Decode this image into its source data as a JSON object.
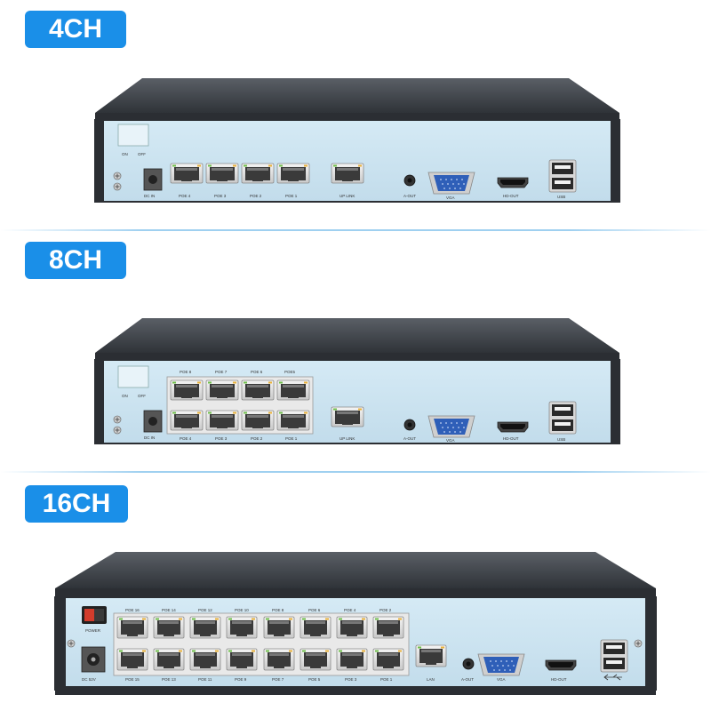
{
  "badges": {
    "ch4": "4CH",
    "ch8": "8CH",
    "ch16": "16CH"
  },
  "colors": {
    "accent": "#1a8fe8",
    "panel": "#c9e2f0",
    "chassis": "#3b3f46"
  },
  "nvr4": {
    "switch": {
      "on": "ON",
      "off": "OFF"
    },
    "dc": "DC IN",
    "poe": [
      "POE 4",
      "POE 3",
      "POE 2",
      "POE 1"
    ],
    "uplink": "UP LINK",
    "aout": "A-OUT",
    "vga": "VGA",
    "hdout": "HD-OUT",
    "usb": "USB"
  },
  "nvr8": {
    "switch": {
      "on": "ON",
      "off": "OFF"
    },
    "dc": "DC IN",
    "poe_top": [
      "POE 8",
      "POE 7",
      "POE 6",
      "POE5"
    ],
    "poe_bottom": [
      "POE 4",
      "POE 3",
      "POE 2",
      "POE 1"
    ],
    "uplink": "UP LINK",
    "aout": "A-OUT",
    "vga": "VGA",
    "hdout": "HD-OUT",
    "usb": "USB"
  },
  "nvr16": {
    "power": "POWER",
    "dc": "DC 52V",
    "poe_top": [
      "POE 16",
      "POE 14",
      "POE 12",
      "POE 10",
      "POE 8",
      "POE 6",
      "POE 4",
      "POE 2"
    ],
    "poe_bottom": [
      "POE 15",
      "POE 13",
      "POE 11",
      "POE 9",
      "POE 7",
      "POE 5",
      "POE 3",
      "POE 1"
    ],
    "lan": "LAN",
    "aout": "A-OUT",
    "vga": "VGA",
    "hdout": "HD-OUT"
  }
}
